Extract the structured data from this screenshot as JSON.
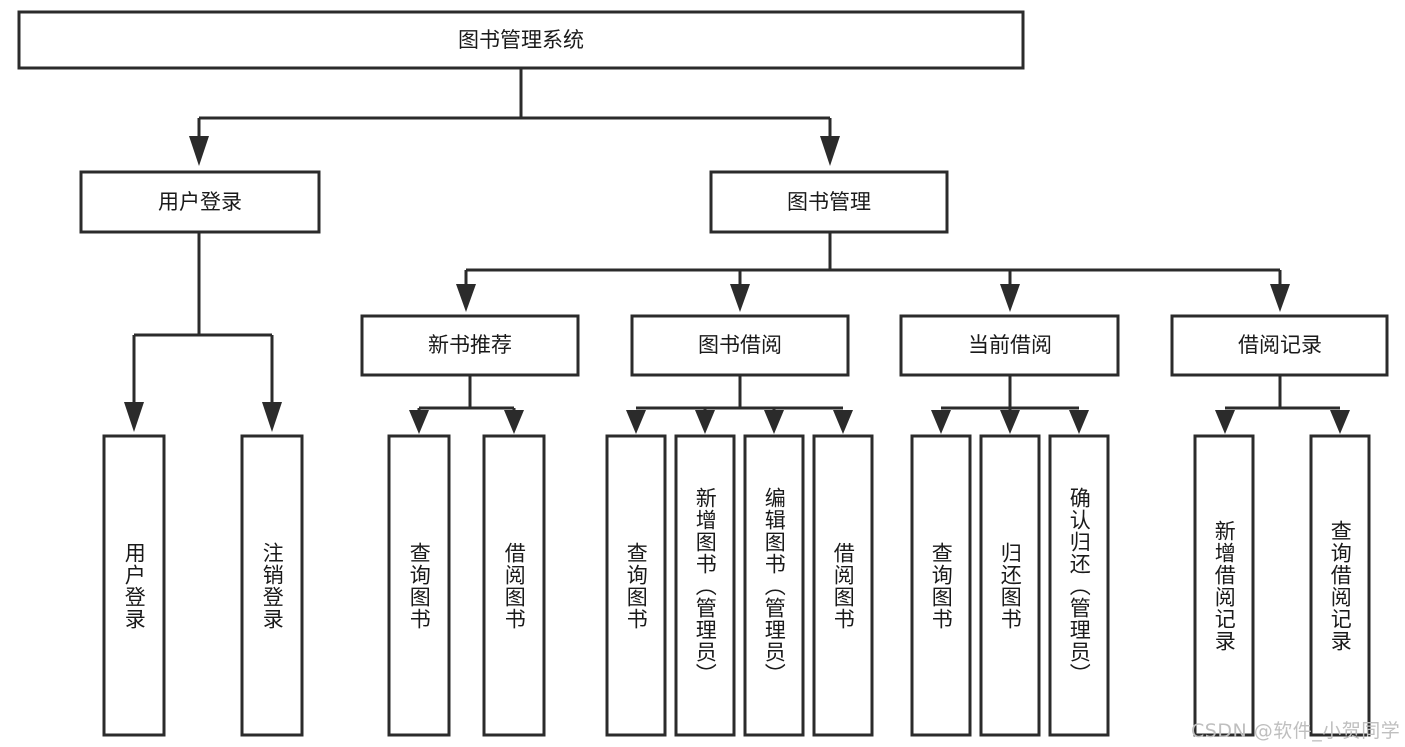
{
  "diagram": {
    "type": "tree",
    "title": "图书管理系统",
    "orientation": "top-down",
    "root": {
      "id": "root",
      "label": "图书管理系统",
      "text_orientation": "horizontal"
    },
    "level2": [
      {
        "id": "user-login",
        "label": "用户登录",
        "text_orientation": "horizontal"
      },
      {
        "id": "book-manage",
        "label": "图书管理",
        "text_orientation": "horizontal"
      }
    ],
    "level3": [
      {
        "id": "new-book-recommend",
        "label": "新书推荐",
        "parent": "book-manage",
        "text_orientation": "horizontal"
      },
      {
        "id": "book-borrow",
        "label": "图书借阅",
        "parent": "book-manage",
        "text_orientation": "horizontal"
      },
      {
        "id": "current-borrow",
        "label": "当前借阅",
        "parent": "book-manage",
        "text_orientation": "horizontal"
      },
      {
        "id": "borrow-record",
        "label": "借阅记录",
        "parent": "book-manage",
        "text_orientation": "horizontal"
      }
    ],
    "leaves": [
      {
        "id": "leaf-user-login",
        "label": "用户登录",
        "parent": "user-login",
        "text_orientation": "vertical"
      },
      {
        "id": "leaf-user-logout",
        "label": "注销登录",
        "parent": "user-login",
        "text_orientation": "vertical"
      },
      {
        "id": "leaf-query-book-1",
        "label": "查询图书",
        "parent": "new-book-recommend",
        "text_orientation": "vertical"
      },
      {
        "id": "leaf-borrow-book-1",
        "label": "借阅图书",
        "parent": "new-book-recommend",
        "text_orientation": "vertical"
      },
      {
        "id": "leaf-query-book-2",
        "label": "查询图书",
        "parent": "book-borrow",
        "text_orientation": "vertical"
      },
      {
        "id": "leaf-add-book",
        "label": "新增图书（管理员）",
        "parent": "book-borrow",
        "text_orientation": "vertical"
      },
      {
        "id": "leaf-edit-book",
        "label": "编辑图书（管理员）",
        "parent": "book-borrow",
        "text_orientation": "vertical"
      },
      {
        "id": "leaf-borrow-book-2",
        "label": "借阅图书",
        "parent": "book-borrow",
        "text_orientation": "vertical"
      },
      {
        "id": "leaf-query-book-3",
        "label": "查询图书",
        "parent": "current-borrow",
        "text_orientation": "vertical"
      },
      {
        "id": "leaf-return-book",
        "label": "归还图书",
        "parent": "current-borrow",
        "text_orientation": "vertical"
      },
      {
        "id": "leaf-confirm-return",
        "label": "确认归还（管理员）",
        "parent": "current-borrow",
        "text_orientation": "vertical"
      },
      {
        "id": "leaf-add-record",
        "label": "新增借阅记录",
        "parent": "borrow-record",
        "text_orientation": "vertical"
      },
      {
        "id": "leaf-query-record",
        "label": "查询借阅记录",
        "parent": "borrow-record",
        "text_orientation": "vertical"
      }
    ],
    "colors": {
      "box_stroke": "#2b2b2b",
      "box_fill": "#ffffff",
      "text": "#1a1a1a",
      "connector": "#2b2b2b",
      "background": "#ffffff",
      "watermark": "#bfbfbf"
    }
  },
  "watermark": {
    "text": "CSDN @软件_小贺同学"
  }
}
